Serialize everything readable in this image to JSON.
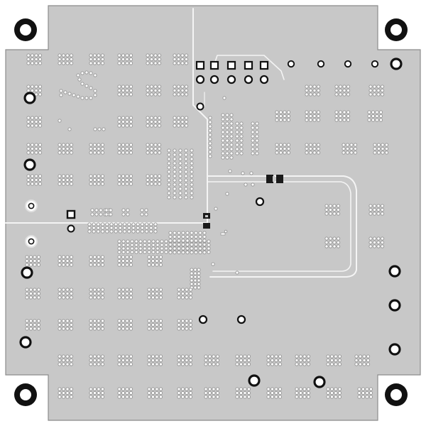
{
  "board": {
    "colors": {
      "background": "#ffffff",
      "copper": "#c8c8c8",
      "outline": "#8c8c8c",
      "via_ring": "#9a9a9a",
      "via_hole": "#ffffff",
      "mount_ring": "#111111",
      "trace": "#f4f4f4",
      "pad": "#1a1a1a"
    },
    "elements": [
      "mounting-hole",
      "via-array",
      "plated-through-hole",
      "copper-pour",
      "signal-trace",
      "smd-pad"
    ]
  }
}
